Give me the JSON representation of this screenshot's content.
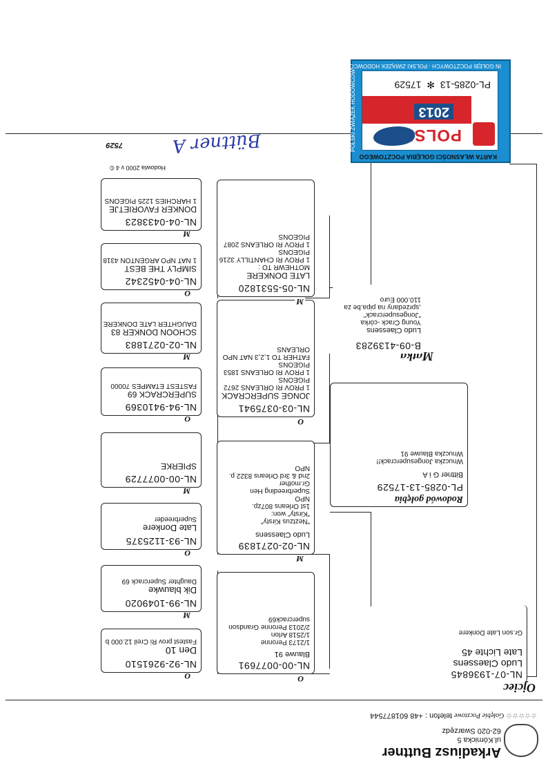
{
  "owner": {
    "name": "Arkadiusz Buttner",
    "address_street": "ul.Kórnicka 5",
    "address_city": "62-020 Swarzędz",
    "stars": "☆☆☆☆☆",
    "club_label": "Gołębie Pocztowe",
    "phone": "telefon : +48 601877544"
  },
  "header": {
    "program": "Hodowla 2000 v 4 ©",
    "page_no": "7529"
  },
  "signature_text": "Büttner A",
  "main_bird": {
    "title": "Rodowód gołębia",
    "ring": "PL-0285-13-17529",
    "name": "Bittner G i A",
    "notes": [
      "Wnuczka Jongesupercrack!!",
      "Wnuczka Blauwe 91"
    ]
  },
  "sire": {
    "label": "Ojciec",
    "ring": "NL-07-1936845",
    "lines": [
      "Ludo Claessens",
      "Late Lichte 45",
      "",
      "Gr.son Late Donkere"
    ]
  },
  "dam": {
    "label": "Matka",
    "ring": "B-09-4139283",
    "lines": [
      "Ludo Claessens",
      "Young Crack -córka",
      "\"Jongesupercrack\"",
      ",sprzedany na pipa.be za",
      "110.000 Euro"
    ]
  },
  "ss": {
    "ring": "NL-00-0077691",
    "label": "O",
    "lines": [
      "Blauwe 91",
      "",
      "1/2173 Peronne",
      "1/2518 Arlon",
      "2/2013 Peronne Grandson",
      "supercrack69"
    ]
  },
  "sd": {
    "ring": "NL-02-0271839",
    "label": "M",
    "lines": [
      "Ludo Claessens",
      "",
      "\"Neztzus Kirsty\"",
      "\"Kirsty\" won:",
      "1st Orleans 807zp.",
      "NPO",
      "Superbreeding Hen",
      "Gr.mother",
      "2nd & 3rd Orleans 8322 p.",
      "NPO"
    ]
  },
  "ds": {
    "ring": "NL-03-0375941",
    "label": "O",
    "lines": [
      "JONGE SUPERCRACK",
      "1 PROV RI ORLEANS 2672",
      "PIGEONS",
      "1 PROV RI ORLEANS 1853",
      "PIGEONS",
      "FATHER TO 1,2,3 NAT NPO",
      "ORLEANS"
    ]
  },
  "dd": {
    "ring": "NL-05-5531820",
    "label": "M",
    "lines": [
      "LATE DONKERE",
      "MOTHEWR TO :",
      "1 PROV RI CHANTILLY 3216",
      "PIGEONS",
      "1 PROV RI ORLEANS 2087",
      "PIGEONS"
    ]
  },
  "sss": {
    "ring": "NL-92-9261510",
    "label": "O",
    "lines": [
      "Den 10",
      "Fastest prov Ri Creil 12.000 b"
    ]
  },
  "ssd": {
    "ring": "NL-99-1049020",
    "label": "M",
    "lines": [
      "Dik blauwke",
      "Daughter Supercrack 69"
    ]
  },
  "sds": {
    "ring": "NL-93-1125375",
    "label": "O",
    "lines": [
      "Late Donkere",
      "Superbreeder"
    ]
  },
  "sdd": {
    "ring": "NL-00-0077729",
    "label": "M",
    "lines": [
      "SPIERKE"
    ]
  },
  "dss": {
    "ring": "NL-94-9410369",
    "label": "O",
    "lines": [
      "SUPERCRACK 69",
      "FASTEST ETAMPES 70000"
    ]
  },
  "dsd": {
    "ring": "NL-02-0271883",
    "label": "M",
    "lines": [
      "SCHOON DONKER 83",
      "DAUGHTER LATE DONKERE"
    ]
  },
  "dds": {
    "ring": "NL-04-0452342",
    "label": "O",
    "lines": [
      "SIMPLY THE BEST",
      "1 NAT NPO ARGENTON 4318"
    ]
  },
  "ddd": {
    "ring": "NL-04-0433823",
    "label": "M",
    "lines": [
      "DONKER FAVORIETJE",
      "1 HARCHIES 1225 PIGEONS"
    ]
  },
  "stamp": {
    "country": "POLSKA",
    "year": "2013",
    "ring": "PL-0285-13",
    "number": "17529",
    "top": "KARTA WŁASNOŚCI GOŁĘBIA POCZTOWEGO",
    "bottom": "IN GOŁĘBI POCZTOWYCH - POLSKI ZWIĄZEK HODOWCÓW GOŁĘBI POCZTOWYCH",
    "side": "POLSKI ZWIĄZEK HODOWCÓW"
  },
  "colors": {
    "stamp_blue": "#1a8ed0",
    "stamp_red": "#d6262b",
    "ink_blue": "#2b3aa8"
  }
}
